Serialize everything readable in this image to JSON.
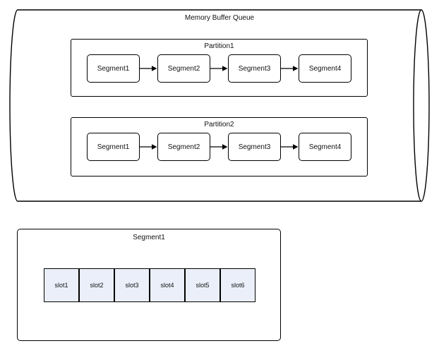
{
  "colors": {
    "line": "#000000",
    "slot_fill": "#eaeff9",
    "background": "#ffffff"
  },
  "queue": {
    "title": "Memory Buffer Queue",
    "partitions": [
      {
        "label": "Partition1",
        "segments": [
          "Segment1",
          "Segment2",
          "Segment3",
          "Segment4"
        ]
      },
      {
        "label": "Partition2",
        "segments": [
          "Segment1",
          "Segment2",
          "Segment3",
          "Segment4"
        ]
      }
    ]
  },
  "segment_detail": {
    "title": "Segment1",
    "slots": [
      "slot1",
      "slot2",
      "slot3",
      "slot4",
      "slot5",
      "slot6"
    ]
  }
}
